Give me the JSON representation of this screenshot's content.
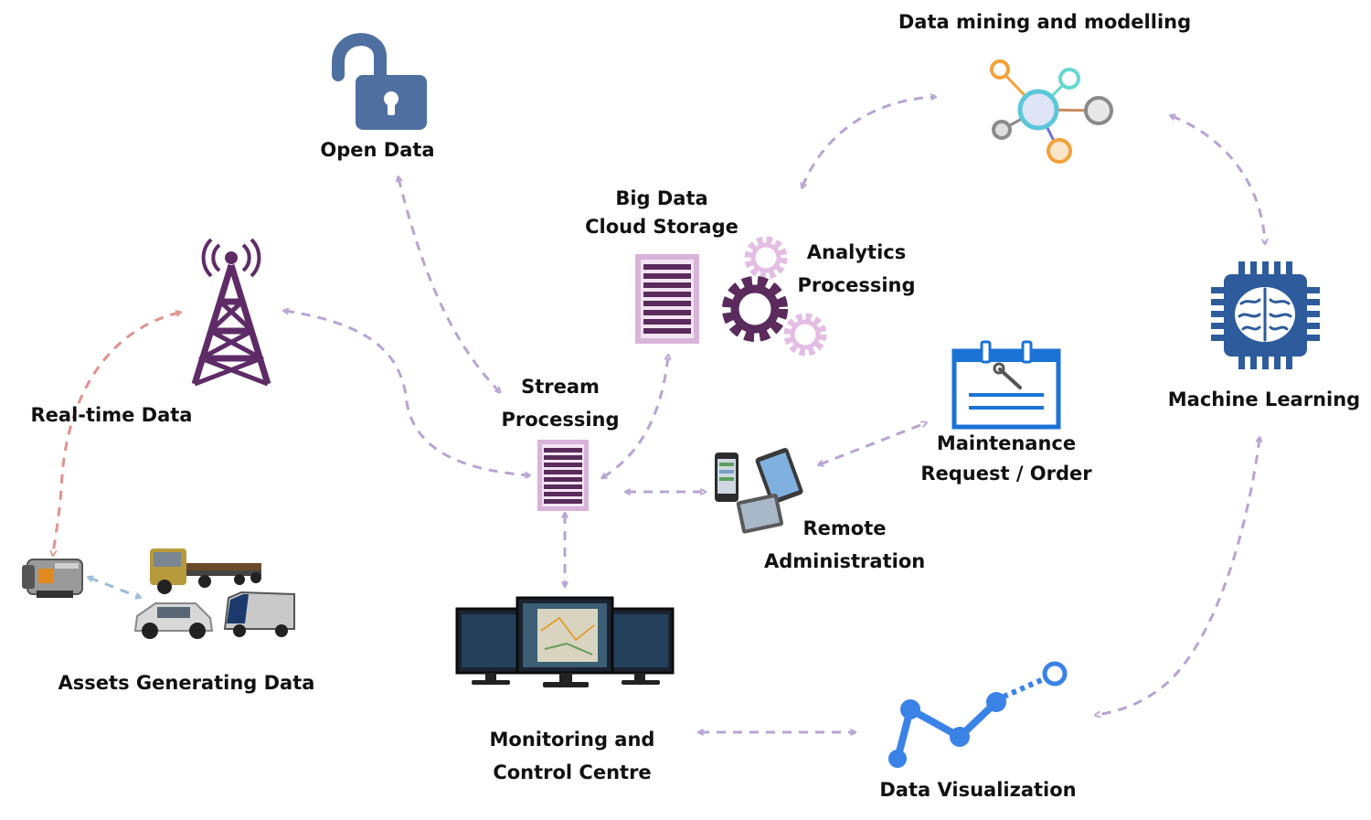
{
  "labels": {
    "open_data": "Open Data",
    "data_mining": "Data mining and modelling",
    "big_data_line1": "Big Data",
    "big_data_line2": "Cloud Storage",
    "analytics_line1": "Analytics",
    "analytics_line2": "Processing",
    "realtime": "Real-time Data",
    "stream_line1": "Stream",
    "stream_line2": "Processing",
    "maintenance_line1": "Maintenance",
    "maintenance_line2": "Request / Order",
    "machine_learning": "Machine Learning",
    "remote_line1": "Remote",
    "remote_line2": "Administration",
    "assets": "Assets Generating Data",
    "monitoring_line1": "Monitoring and",
    "monitoring_line2": "Control Centre",
    "data_viz": "Data Visualization"
  },
  "colors": {
    "arrow_purple": "#b7a4d3",
    "arrow_red": "#e0938f",
    "arrow_blue": "#9bbbd8",
    "tower_purple": "#5e2b67",
    "server_purple": "#d9b4d9",
    "server_dark": "#5a2b5c",
    "gear_light": "#e4bde4",
    "lock_blue": "#4f6fa0",
    "chip_blue": "#2d5b9c",
    "maint_blue": "#1b73d6",
    "viz_blue": "#3a82e6"
  },
  "icons": {
    "lock": "unlocked-padlock-icon",
    "tower": "radio-tower-icon",
    "server": "server-icon",
    "gears": "gears-icon",
    "network": "network-nodes-icon",
    "chip": "brain-chip-icon",
    "maintenance": "maintenance-clipboard-icon",
    "devices": "mobile-devices-icon",
    "monitors": "monitor-wall-icon",
    "sensor": "sensor-icon",
    "vehicles": "vehicles-icon",
    "line_chart": "line-chart-icon"
  }
}
